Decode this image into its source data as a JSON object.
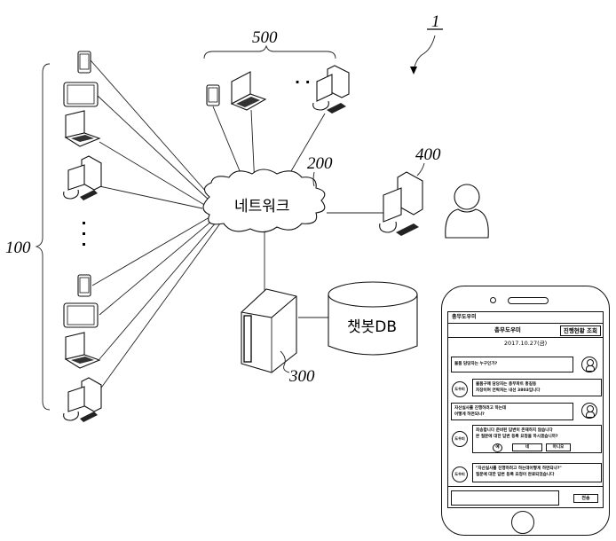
{
  "figure": {
    "system_ref": "1",
    "labels": {
      "clients_group": "100",
      "network": "200",
      "server": "300",
      "admin_terminal": "400",
      "manager_terminals": "500"
    },
    "network_text": "네트워크",
    "db_text": "챗봇DB",
    "ellipsis": "· · ·"
  },
  "phone": {
    "app_title": "총무도우미",
    "header_name": "총무도우미",
    "status_button": "진행현황 조회",
    "date": "2017.10.27(금)",
    "bot_avatar_label": "도우미",
    "messages": [
      {
        "sender": "user",
        "lines": [
          "물품 담당자는 누구인가?"
        ]
      },
      {
        "sender": "bot",
        "lines": [
          "물품구매 담당자는 총무파트 홍길동",
          "차장이며 연락처는 내선 3803입니다"
        ]
      },
      {
        "sender": "user",
        "lines": [
          "자산실사를 진행하려고 하는데",
          "어떻게 하면되나?"
        ]
      },
      {
        "sender": "bot",
        "lines": [
          "죄송합니다 준비된 답변이 존재하지 않습니다",
          "본 질문에 대한 답변 등록 요청을 하시겠습니까?"
        ],
        "choices": [
          "예",
          "네",
          "아니오"
        ]
      },
      {
        "sender": "bot",
        "lines": [
          "\"자산실사를 진행하려고 하는데어떻게 하면되나?\"",
          "질문에 대한 답변 등록 요청이 완료되었습니다"
        ]
      }
    ],
    "input_placeholder": "",
    "send_button": "전송"
  }
}
